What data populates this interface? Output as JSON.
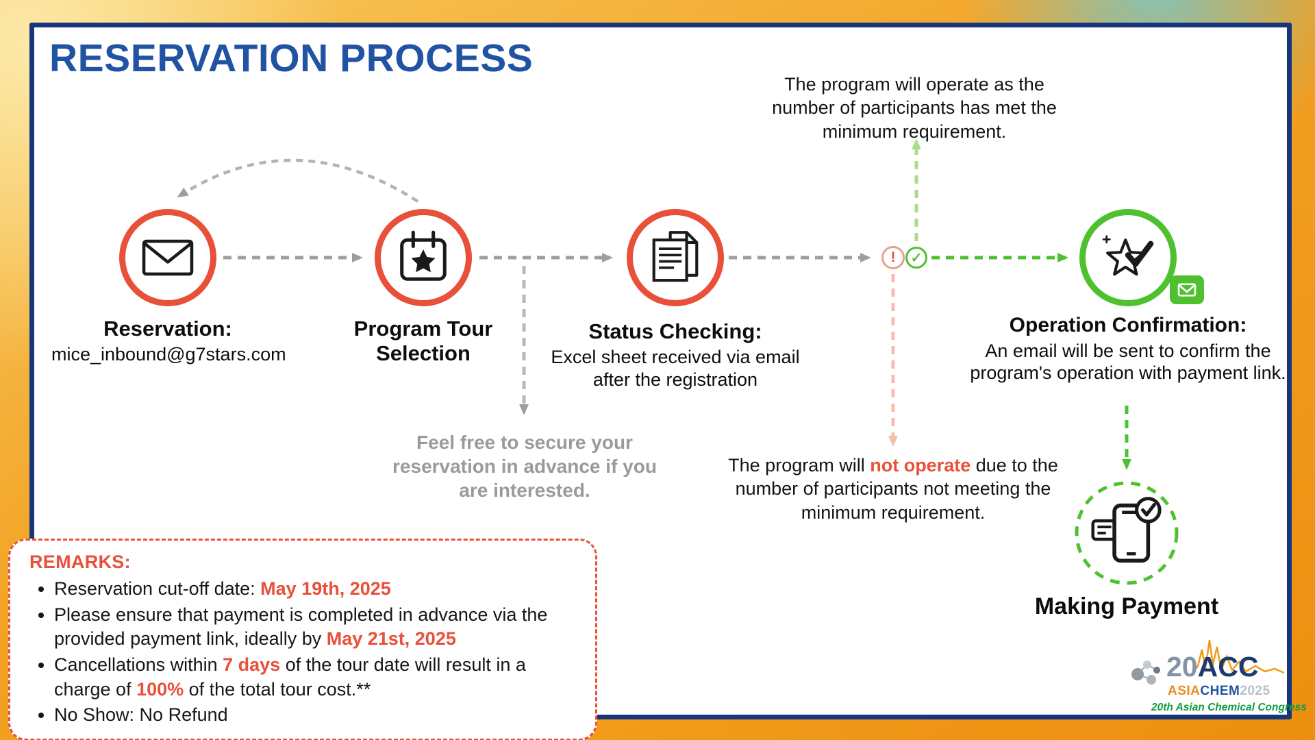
{
  "title": "RESERVATION PROCESS",
  "flow": {
    "reservation": {
      "heading": "Reservation:",
      "email": "mice_inbound@g7stars.com"
    },
    "program": {
      "line1": "Program Tour",
      "line2": "Selection"
    },
    "status": {
      "heading": "Status Checking:",
      "body": "Excel sheet received via email after the registration"
    },
    "decision": {
      "warn_glyph": "!",
      "ok_glyph": "✓"
    },
    "confirmation": {
      "heading": "Operation Confirmation:",
      "body": "An email will be sent to confirm the program's operation with payment link."
    },
    "payment": {
      "heading": "Making Payment"
    }
  },
  "notes": {
    "operate": "The program will operate as the number of participants has met the minimum requirement.",
    "not_operate": {
      "pre": "The program will ",
      "bold": "not operate",
      "post": " due to the number of participants not meeting the minimum requirement."
    },
    "advance": "Feel free to secure your reservation in advance if you are interested."
  },
  "remarks": {
    "heading": "REMARKS:",
    "items": [
      {
        "pre": "Reservation cut-off date: ",
        "hl1": "May 19th, 2025",
        "mid": "",
        "hl2": "",
        "post": ""
      },
      {
        "pre": "Please ensure that payment is completed in advance via the provided payment link, ideally by ",
        "hl1": "May 21st, 2025",
        "mid": "",
        "hl2": "",
        "post": ""
      },
      {
        "pre": "Cancellations within ",
        "hl1": "7 days",
        "mid": " of the tour date will result in a charge of ",
        "hl2": "100%",
        "post": " of the total tour cost.**"
      },
      {
        "pre": "No Show: No Refund",
        "hl1": "",
        "mid": "",
        "hl2": "",
        "post": ""
      }
    ]
  },
  "logo": {
    "name_num": "20",
    "name_acc": "ACC",
    "line2a": "ASIA",
    "line2b": "CHEM",
    "line2c": "2025",
    "subtitle": "20th Asian Chemical Congress"
  },
  "colors": {
    "accent_red": "#e8503a",
    "green": "#4fc12f",
    "blue": "#2153a3",
    "gray": "#9e9e9e",
    "pink": "#f5bfb0",
    "light_green": "#a8dd8b"
  }
}
